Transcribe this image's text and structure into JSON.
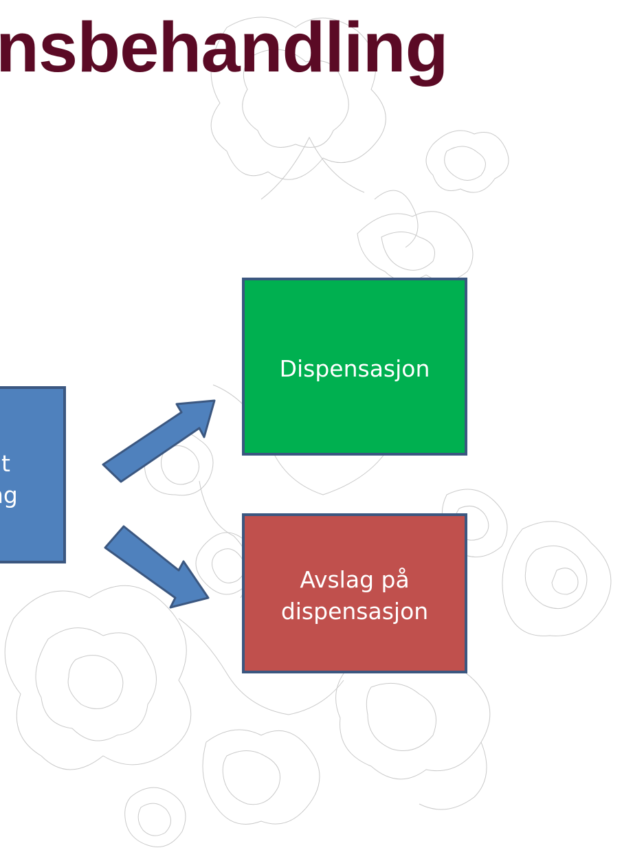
{
  "title": "nsbehandling",
  "boxes": {
    "left": {
      "line1": "t",
      "line2": "ng",
      "color": "#4f81bd"
    },
    "green": {
      "label": "Dispensasjon",
      "color": "#00b050"
    },
    "red": {
      "line1": "Avslag på",
      "line2": "dispensasjon",
      "color": "#c0504d"
    }
  },
  "colors": {
    "title": "#5b0a25",
    "border": "#3b5780",
    "arrow": "#4f81bd"
  }
}
